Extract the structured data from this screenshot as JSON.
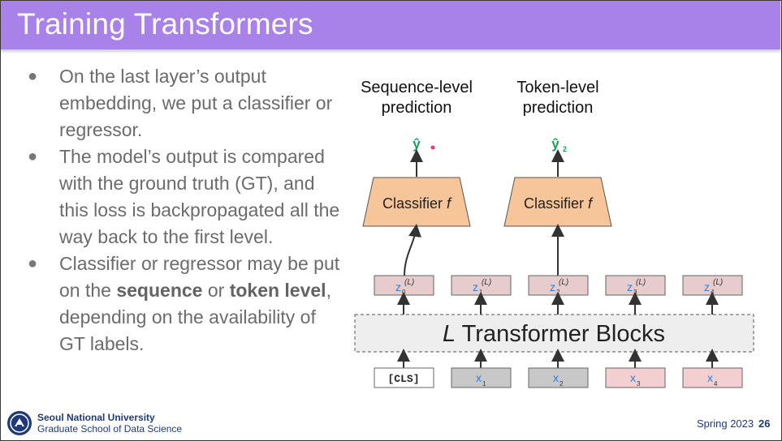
{
  "slide": {
    "title": "Training Transformers",
    "bullets": [
      {
        "parts": [
          {
            "text": "On the last layer’s output embedding, we put a classifier or regressor.",
            "bold": false
          }
        ]
      },
      {
        "parts": [
          {
            "text": "The model’s output is compared with the ground truth (GT), and this loss is backpropagated all the way back to the first level.",
            "bold": false
          }
        ]
      },
      {
        "parts": [
          {
            "text": "Classifier or regressor may be put on the ",
            "bold": false
          },
          {
            "text": "sequence",
            "bold": true
          },
          {
            "text": " or ",
            "bold": false
          },
          {
            "text": "token level",
            "bold": true
          },
          {
            "text": ", depending on the availability of GT labels.",
            "bold": false
          }
        ]
      }
    ]
  },
  "diagram": {
    "heading_sequence_line1": "Sequence-level",
    "heading_sequence_line2": "prediction",
    "heading_token_line1": "Token-level",
    "heading_token_line2": "prediction",
    "output_seq": "ŷ",
    "output_tok": "ŷ",
    "output_tok_sub": "2",
    "classifier_label": "Classifier ",
    "classifier_var": "f",
    "transformer_var": "L",
    "transformer_label": " Transformer Blocks",
    "z_sup": "(L)",
    "z_letter": "z",
    "z_subs": [
      "0",
      "1",
      "2",
      "3",
      "4"
    ],
    "input_cls": "[CLS]",
    "input_x_letter": "x",
    "input_x_subs": [
      "1",
      "2",
      "3",
      "4"
    ],
    "colors": {
      "classifier_fill": "#f7c59a",
      "z_fill": "#e6cccc",
      "x_gray_fill": "#c8c8c8",
      "x_pink_fill": "#f4cfd2",
      "transformer_fill": "#eeeeee",
      "output_green": "#1e9b5a",
      "token_blue": "#2f7de1",
      "red_dot": "#e33d6a"
    }
  },
  "footer": {
    "university": "Seoul National University",
    "school": "Graduate School of Data Science",
    "term": "Spring 2023",
    "page": "26"
  }
}
